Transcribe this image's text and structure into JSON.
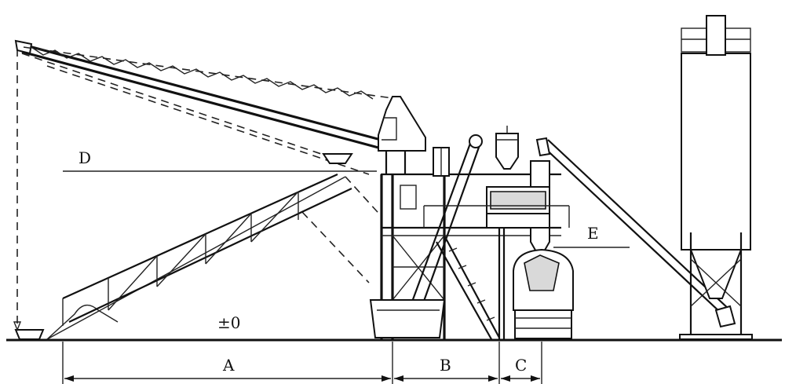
{
  "labels": {
    "A": "A",
    "B": "B",
    "C": "C",
    "D": "D",
    "E": "E",
    "level": "±0"
  },
  "colors": {
    "line": "#111111",
    "background": "#ffffff"
  }
}
